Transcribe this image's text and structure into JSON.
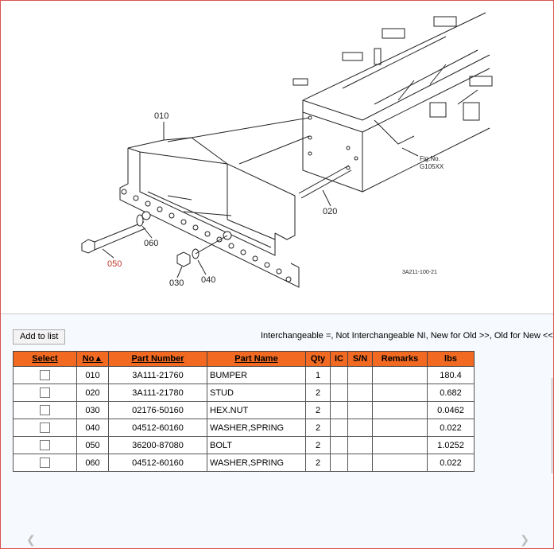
{
  "diagram": {
    "callouts": [
      "010",
      "020",
      "030",
      "040",
      "050",
      "060"
    ],
    "fig_no_label": "Fig.No.",
    "fig_no_value": "G105XX",
    "drawing_code": "3A211-100-21"
  },
  "toolbar": {
    "add_to_list_label": "Add to list"
  },
  "legend_text": "Interchangeable =, Not Interchangeable NI, New for Old >>, Old for New <<",
  "table": {
    "headers": {
      "select": "Select",
      "no": "No▲",
      "part_number": "Part Number",
      "part_name": "Part Name",
      "qty": "Qty",
      "ic": "IC",
      "sn": "S/N",
      "remarks": "Remarks",
      "lbs": "lbs"
    },
    "rows": [
      {
        "no": "010",
        "part_number": "3A111-21760",
        "part_name": "BUMPER",
        "qty": "1",
        "ic": "",
        "sn": "",
        "remarks": "",
        "lbs": "180.4"
      },
      {
        "no": "020",
        "part_number": "3A111-21780",
        "part_name": "STUD",
        "qty": "2",
        "ic": "",
        "sn": "",
        "remarks": "",
        "lbs": "0.682"
      },
      {
        "no": "030",
        "part_number": "02176-50160",
        "part_name": "HEX.NUT",
        "qty": "2",
        "ic": "",
        "sn": "",
        "remarks": "",
        "lbs": "0.0462"
      },
      {
        "no": "040",
        "part_number": "04512-60160",
        "part_name": "WASHER,SPRING",
        "qty": "2",
        "ic": "",
        "sn": "",
        "remarks": "",
        "lbs": "0.022"
      },
      {
        "no": "050",
        "part_number": "36200-87080",
        "part_name": "BOLT",
        "qty": "2",
        "ic": "",
        "sn": "",
        "remarks": "",
        "lbs": "1.0252"
      },
      {
        "no": "060",
        "part_number": "04512-60160",
        "part_name": "WASHER,SPRING",
        "qty": "2",
        "ic": "",
        "sn": "",
        "remarks": "",
        "lbs": "0.022"
      }
    ]
  },
  "nav": {
    "prev_icon": "chevron-left-icon",
    "next_icon": "chevron-right-icon"
  }
}
